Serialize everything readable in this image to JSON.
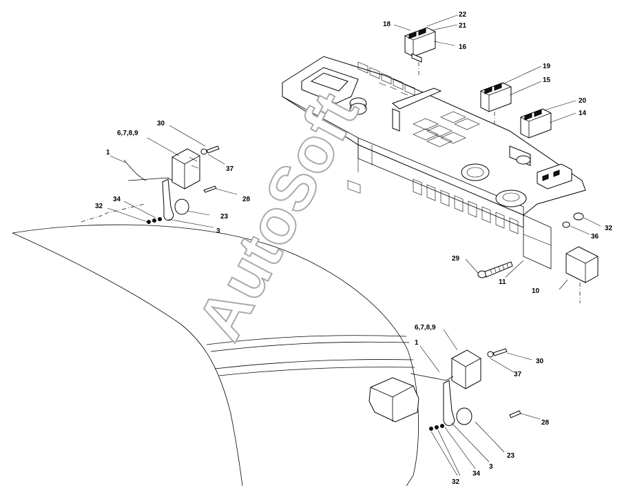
{
  "watermark": "AutoSoft",
  "labels": {
    "l18": "18",
    "l22": "22",
    "l21": "21",
    "l16": "16",
    "l19": "19",
    "l15": "15",
    "l20": "20",
    "l14": "14",
    "l32a": "32",
    "l36": "36",
    "l29": "29",
    "l11": "11",
    "l10": "10",
    "l30a": "30",
    "l6789a": "6,7,8,9",
    "l1a": "1",
    "l37a": "37",
    "l28a": "28",
    "l34a": "34",
    "l32b": "32",
    "l23a": "23",
    "l3a": "3",
    "l6789b": "6,7,8,9",
    "l1b": "1",
    "l30b": "30",
    "l37b": "37",
    "l28b": "28",
    "l23b": "23",
    "l3b": "3",
    "l32c": "32",
    "l34b": "34"
  }
}
